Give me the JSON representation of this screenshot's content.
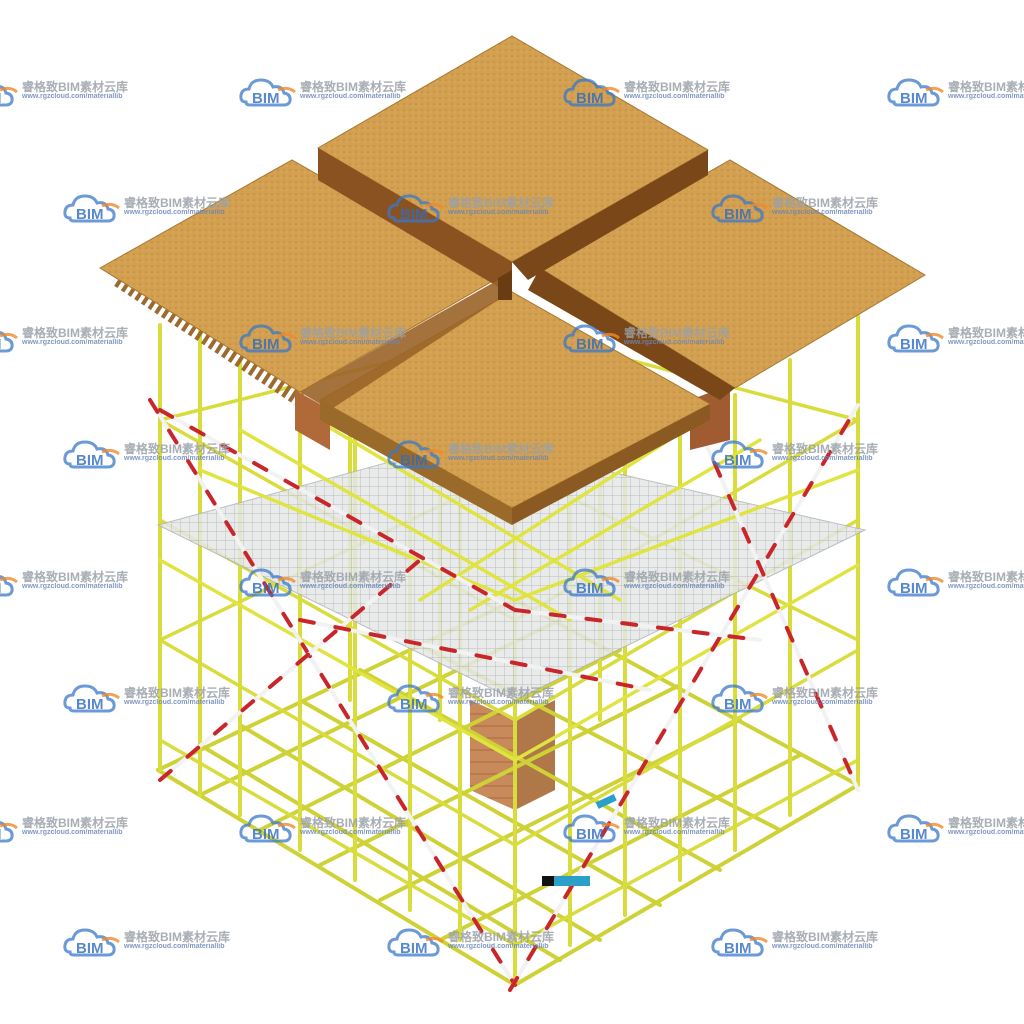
{
  "watermark": {
    "logo_text": "BIM",
    "brand_text": "睿格致BIM素材云库",
    "url_text": "www.rgzcloud.com/materiallib"
  },
  "colors": {
    "formwork": "#d2a050",
    "formwork_dark": "#8a5a20",
    "scaffold_tube": "#d8dc3c",
    "brace_red": "#c8262a",
    "brace_white": "#f2f2f2",
    "net": "#cfd2d2",
    "column": "#c88a5a",
    "logo_blue": "#3a78c8",
    "logo_orange": "#f08a2a"
  },
  "icons": [
    "cloud-logo-icon"
  ]
}
